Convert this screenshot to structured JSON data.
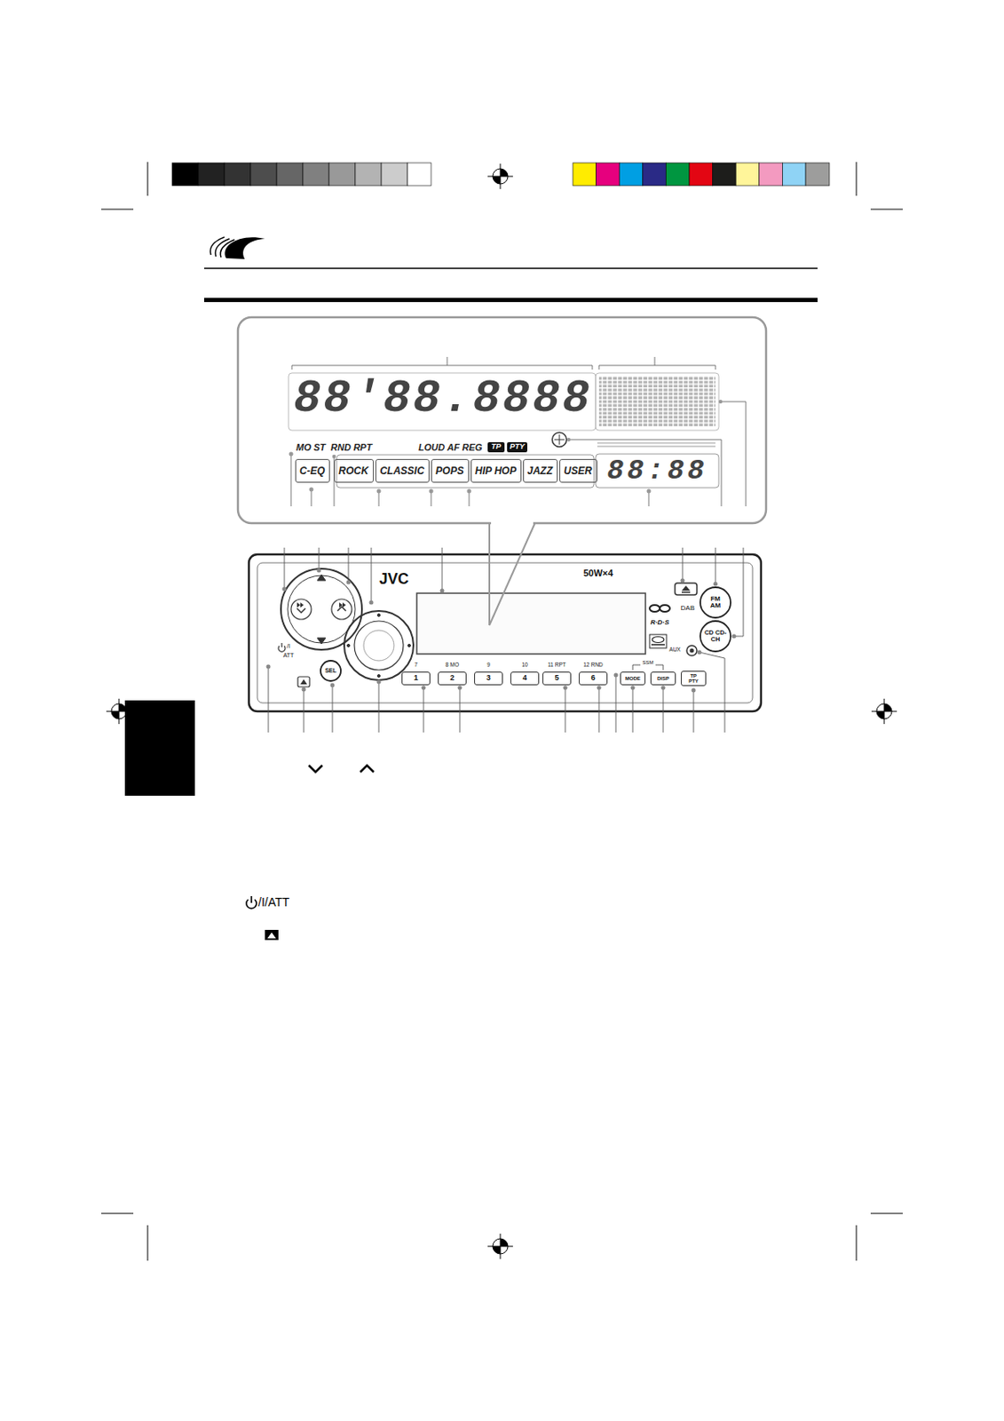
{
  "diagram": {
    "nodes": [
      {
        "text": [
          "TP"
        ]
      },
      {
        "text": [
          "PTY"
        ]
      },
      {
        "text": [
          "C-EQ"
        ]
      },
      {
        "text": [
          "ROCK"
        ]
      },
      {
        "text": [
          "CLASSIC"
        ]
      },
      {
        "text": [
          "POPS"
        ]
      },
      {
        "text": [
          "HIP HOP"
        ]
      },
      {
        "text": [
          "JAZZ"
        ]
      },
      {
        "text": [
          "USER"
        ]
      },
      {
        "text": [
          "1"
        ]
      },
      {
        "text": [
          "2"
        ]
      },
      {
        "text": [
          "3"
        ]
      },
      {
        "text": [
          "4"
        ]
      },
      {
        "text": [
          "5"
        ]
      },
      {
        "text": [
          "6"
        ]
      },
      {
        "text": [
          "FM AM"
        ]
      },
      {
        "text": [
          "CD CD-CH"
        ]
      },
      {
        "text": [
          "SEL"
        ]
      },
      {
        "text": [
          "MODE"
        ]
      },
      {
        "text": [
          "DISP"
        ]
      },
      {
        "text": [
          "TP PTY"
        ]
      }
    ],
    "labels": [
      "88'88.8888",
      "88:88",
      "MO ST",
      "RND RPT",
      "LOUD",
      "AF REG",
      "JVC",
      "50W×4",
      "R·D·S",
      "DAB",
      "AUX",
      "7",
      "8 MO",
      "9",
      "10",
      "11 RPT",
      "12 RND",
      "SSM",
      "/I",
      "ATT",
      "/I/ATT"
    ]
  }
}
